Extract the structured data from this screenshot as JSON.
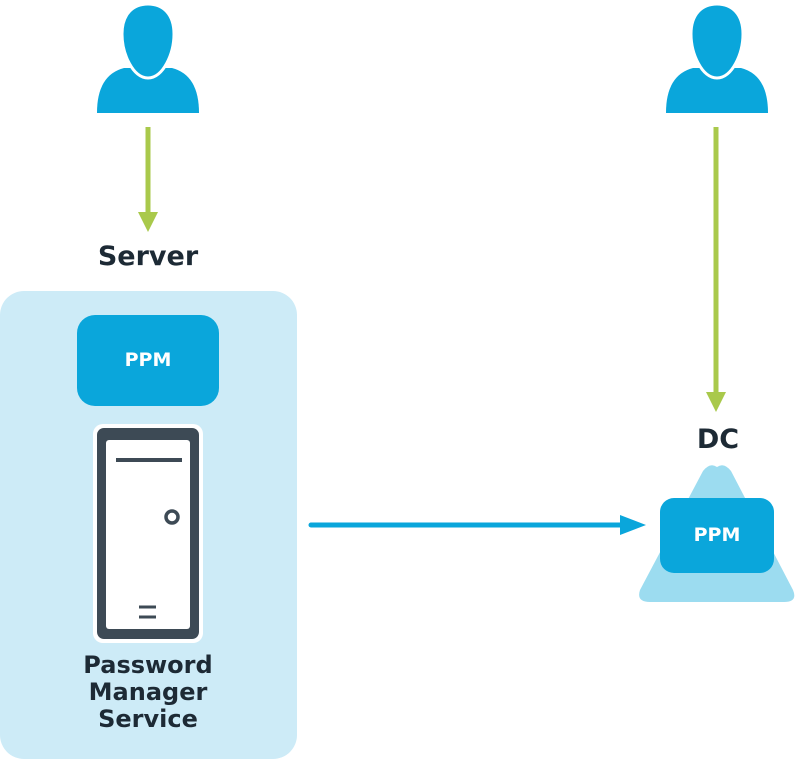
{
  "server": {
    "title": "Server",
    "agent_label": "PPM",
    "service_label": "Password Manager Service"
  },
  "dc": {
    "title": "DC",
    "agent_label": "PPM"
  },
  "colors": {
    "user": "#0aa6db",
    "down_arrow": "#a9c94b",
    "connector": "#0aa6db",
    "server_bg": "#cdebf7",
    "ppm_box": "#0aa6db",
    "dc_triangle": "#9cdcf0",
    "tower": "#3d4a55"
  },
  "icons": [
    "user-icon",
    "server-tower-icon",
    "dc-triangle-icon"
  ]
}
